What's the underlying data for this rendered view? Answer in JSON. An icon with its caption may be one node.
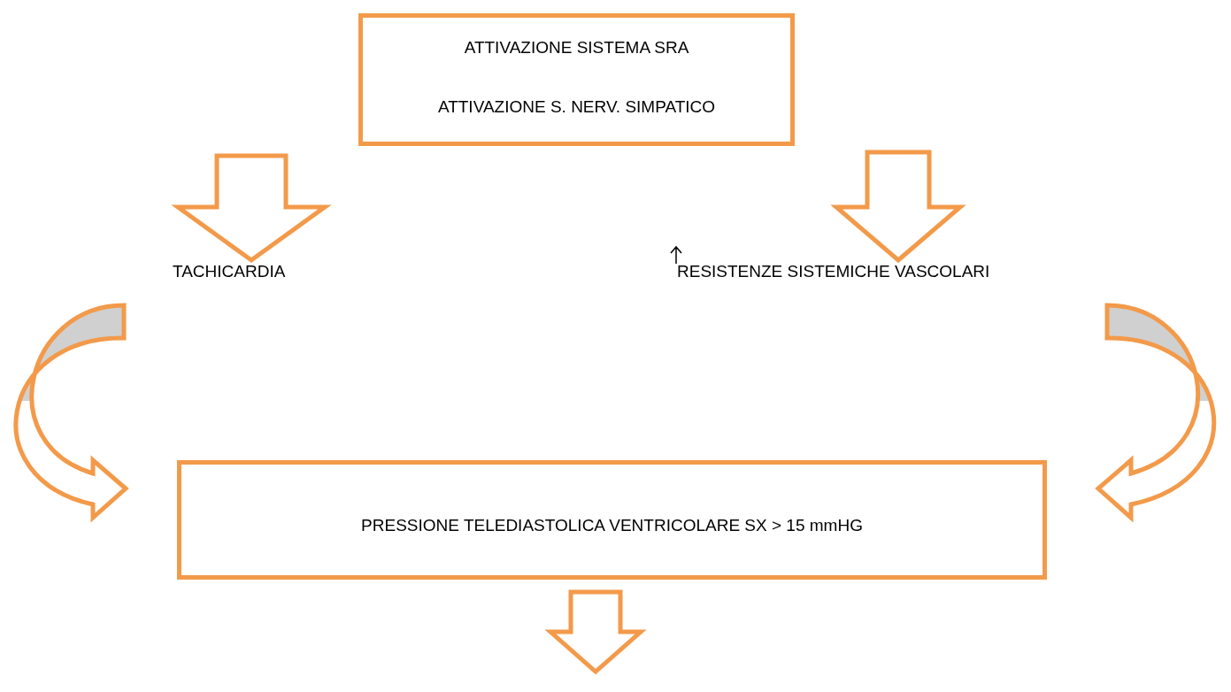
{
  "diagram": {
    "nodes": [
      {
        "text": [
          "ATTIVAZIONE SISTEMA SRA",
          "ATTIVAZIONE S. NERV. SIMPATICO"
        ]
      },
      {
        "text": [
          "TACHICARDIA"
        ]
      },
      {
        "text": [
          "RESISTENZE SISTEMICHE VASCOLARI"
        ]
      },
      {
        "text": [
          "PRESSIONE TELEDIASTOLICA VENTRICOLARE SX > 15 mmHG"
        ]
      }
    ],
    "edges": [
      {
        "from": 0,
        "to": 1,
        "arrow": "to"
      },
      {
        "from": 0,
        "to": 2,
        "arrow": "to"
      },
      {
        "from": 1,
        "to": 3,
        "arrow": "to"
      },
      {
        "from": 2,
        "to": 3,
        "arrow": "to"
      },
      {
        "from": 3,
        "to": null,
        "arrow": "to"
      }
    ]
  }
}
